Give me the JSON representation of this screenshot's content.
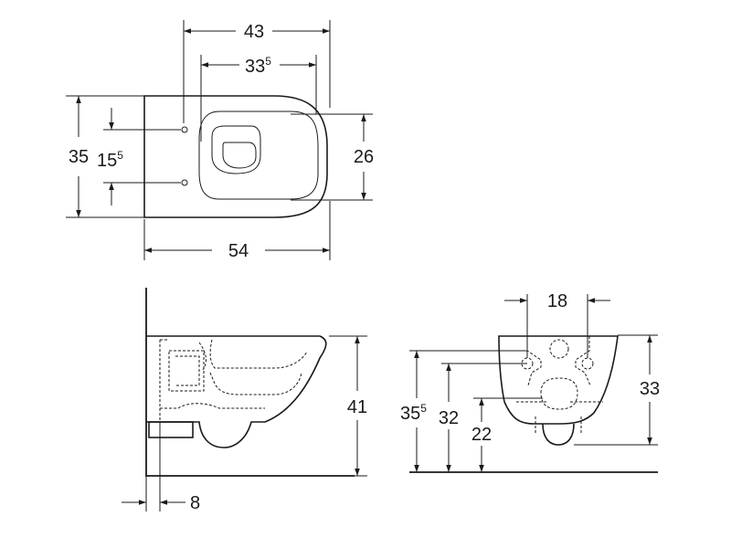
{
  "top_view": {
    "overall_width": "43",
    "seat_width": "33",
    "seat_width_sup": "5",
    "depth": "35",
    "bolt_spacing": "15",
    "bolt_spacing_sup": "5",
    "seat_depth": "26",
    "length": "54"
  },
  "side_view": {
    "height": "41",
    "wall_offset": "8"
  },
  "front_view": {
    "bolt_distance": "18",
    "total_height": "33",
    "bolt_height": "35",
    "bolt_height_sup": "5",
    "inlet_height": "32",
    "outlet_height": "22"
  }
}
